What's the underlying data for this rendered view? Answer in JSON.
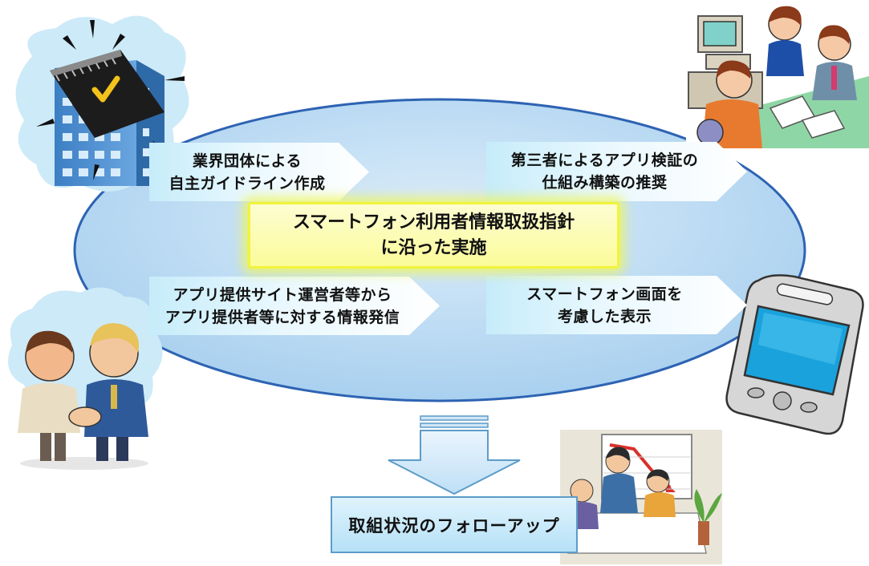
{
  "center": {
    "text": "スマートフォン利用者情報取扱指針\nに沿った実施"
  },
  "measures": [
    {
      "id": "industry-guideline",
      "text": "業界団体による\n自主ガイドライン作成"
    },
    {
      "id": "third-party-verification",
      "text": "第三者によるアプリ検証の\n仕組み構築の推奨"
    },
    {
      "id": "info-dissemination",
      "text": "アプリ提供サイト運営者等から\nアプリ提供者等に対する情報発信"
    },
    {
      "id": "screen-display",
      "text": "スマートフォン画面を\n考慮した表示"
    }
  ],
  "followup": {
    "text": "取組状況のフォローアップ"
  },
  "illustrations": [
    "building-notebook-icon",
    "office-meeting-icon",
    "handshake-icon",
    "smartphone-icon",
    "presentation-meeting-icon"
  ],
  "colors": {
    "ellipse_fill": "#b9daf3",
    "ellipse_stroke": "#2d63b3",
    "arrow_box_fill": "#c6ecfa",
    "center_fill": "#fbfb9a",
    "center_glow": "#f1f43a",
    "down_arrow_fill": "#cfe6f7",
    "down_arrow_stroke": "#5d9cc8"
  }
}
